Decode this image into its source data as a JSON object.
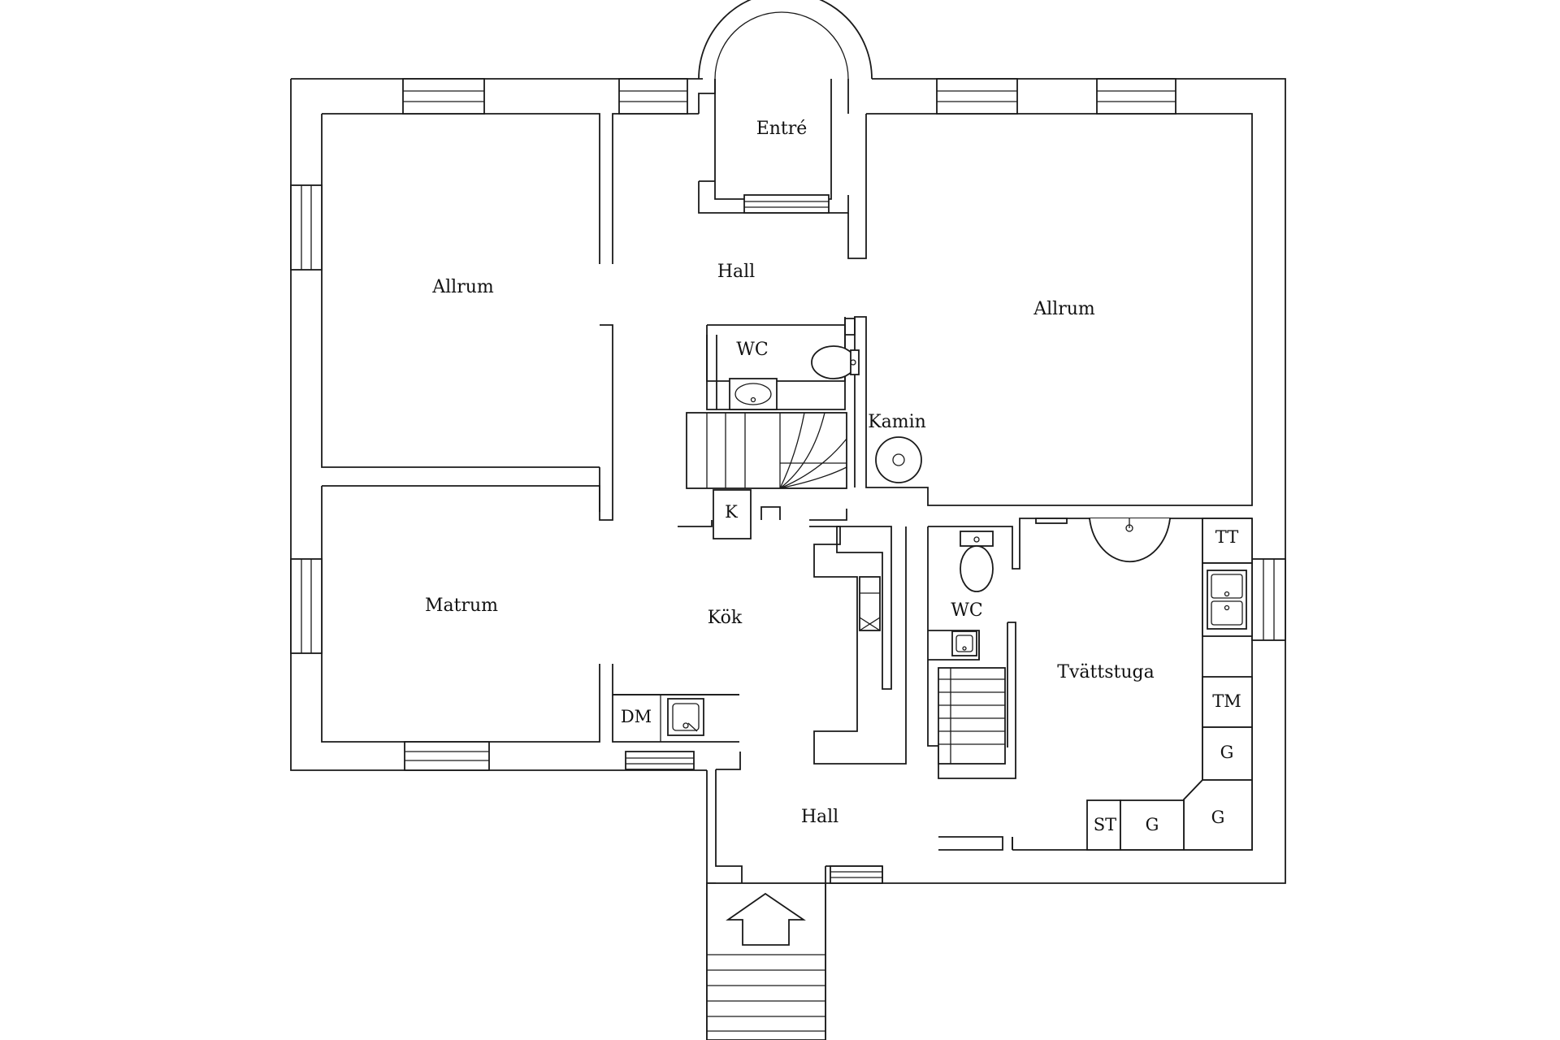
{
  "rooms": {
    "entre": "Entré",
    "hall_upper": "Hall",
    "allrum_left": "Allrum",
    "allrum_right": "Allrum",
    "wc_upper": "WC",
    "kamin": "Kamin",
    "k": "K",
    "matrum": "Matrum",
    "kok": "Kök",
    "dm": "DM",
    "wc_lower": "WC",
    "tvattstuga": "Tvättstuga",
    "tt": "TT",
    "tm": "TM",
    "g1": "G",
    "g2": "G",
    "g3": "G",
    "st": "ST",
    "hall_lower": "Hall"
  },
  "icons": {
    "entrance": "arrow-up-icon",
    "toilet": "toilet-icon",
    "sink": "sink-icon",
    "stove": "fireplace-icon"
  }
}
